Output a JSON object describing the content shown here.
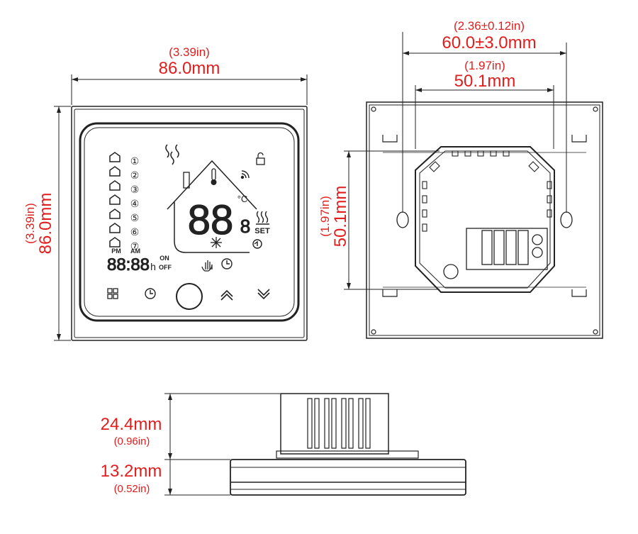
{
  "front_view": {
    "width_in": "(3.39in)",
    "width_mm": "86.0mm",
    "height_in": "(3.39in)",
    "height_mm": "86.0mm"
  },
  "back_view": {
    "outer_in": "(2.36±0.12in)",
    "outer_mm": "60.0±3.0mm",
    "inner_in": "(1.97in)",
    "inner_mm": "50.1mm",
    "height_in": "(1.97in)",
    "height_mm": "50.1mm"
  },
  "side_view": {
    "depth_mm": "24.4mm",
    "depth_in": "(0.96in)",
    "base_mm": "13.2mm",
    "base_in": "(0.52in)"
  },
  "lcd": {
    "zones": [
      "①",
      "②",
      "③",
      "④",
      "⑤",
      "⑥",
      "⑦"
    ],
    "pm": "PM",
    "am": "AM",
    "on": "ON",
    "off": "OFF",
    "temp_digits": "88",
    "decimal_digit": "8",
    "unit": "°C",
    "set": "SET",
    "clock_digits": "88:88",
    "hour_suffix": "h"
  },
  "colors": {
    "dimension": "#e11e1e",
    "ink": "#222222"
  },
  "icons": [
    "house-icon",
    "steam-icon",
    "thermometer-icon",
    "wifi-icon",
    "lock-icon",
    "heating-icon",
    "snowflake-icon",
    "hand-icon",
    "clock-icon",
    "menu-icon",
    "power-button-icon",
    "up-arrow-icon",
    "down-arrow-icon"
  ]
}
